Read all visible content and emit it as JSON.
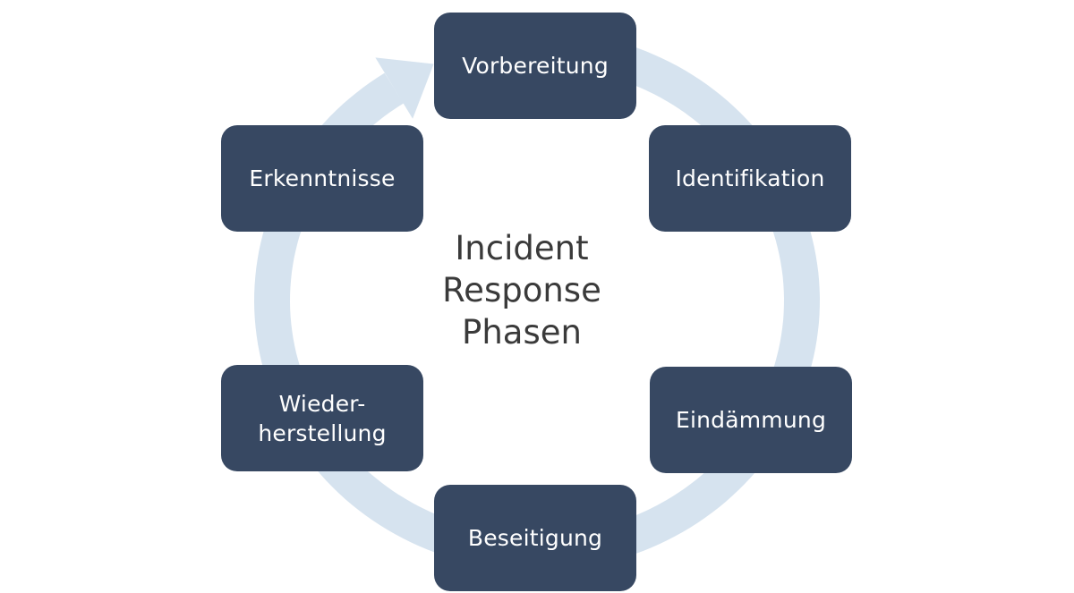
{
  "diagram": {
    "title_lines": [
      "Incident",
      "Response",
      "Phasen"
    ],
    "phases": [
      {
        "id": "vorbereitung",
        "lines": [
          "Vorbereitung"
        ]
      },
      {
        "id": "identifikation",
        "lines": [
          "Identifikation"
        ]
      },
      {
        "id": "eindaemmung",
        "lines": [
          "Eindämmung"
        ]
      },
      {
        "id": "beseitigung",
        "lines": [
          "Beseitigung"
        ]
      },
      {
        "id": "wiederherstellung",
        "lines": [
          "Wieder-",
          "herstellung"
        ]
      },
      {
        "id": "erkenntnisse",
        "lines": [
          "Erkenntnisse"
        ]
      }
    ],
    "cycle_direction": "clockwise",
    "colors": {
      "box": "#374862",
      "box_text": "#ffffff",
      "ring": "#d6e3ef",
      "title": "#3a3a3a",
      "background": "#ffffff"
    }
  }
}
